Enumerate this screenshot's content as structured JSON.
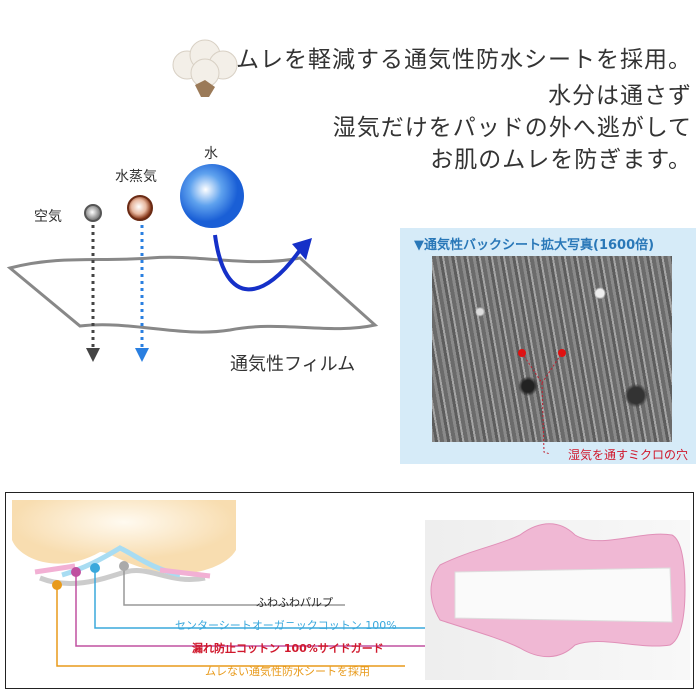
{
  "headline": {
    "lines": [
      "ムレを軽減する通気性防水シートを採用。",
      "水分は通さず",
      "湿気だけをパッドの外へ逃がして",
      "お肌のムレを防ぎます。"
    ]
  },
  "diagram": {
    "air_label": "空気",
    "vapor_label": "水蒸気",
    "water_label": "水",
    "film_label": "通気性フィルム"
  },
  "photo_panel": {
    "title": "▼通気性バックシート拡大写真(1600倍)",
    "caption": "湿気を通すミクロの穴"
  },
  "structure": {
    "pulp": "ふわふわパルプ",
    "center_sheet": "センターシートオーガニックコットン 100%",
    "side_guard": "漏れ防止コットン 100%サイドガード",
    "back_sheet": "ムレない通気性防水シートを採用"
  },
  "colors": {
    "blue": "#3aa8dc",
    "pink": "#c0509a",
    "red": "#d0182c",
    "orange": "#e89a1a",
    "gray": "#999999"
  }
}
